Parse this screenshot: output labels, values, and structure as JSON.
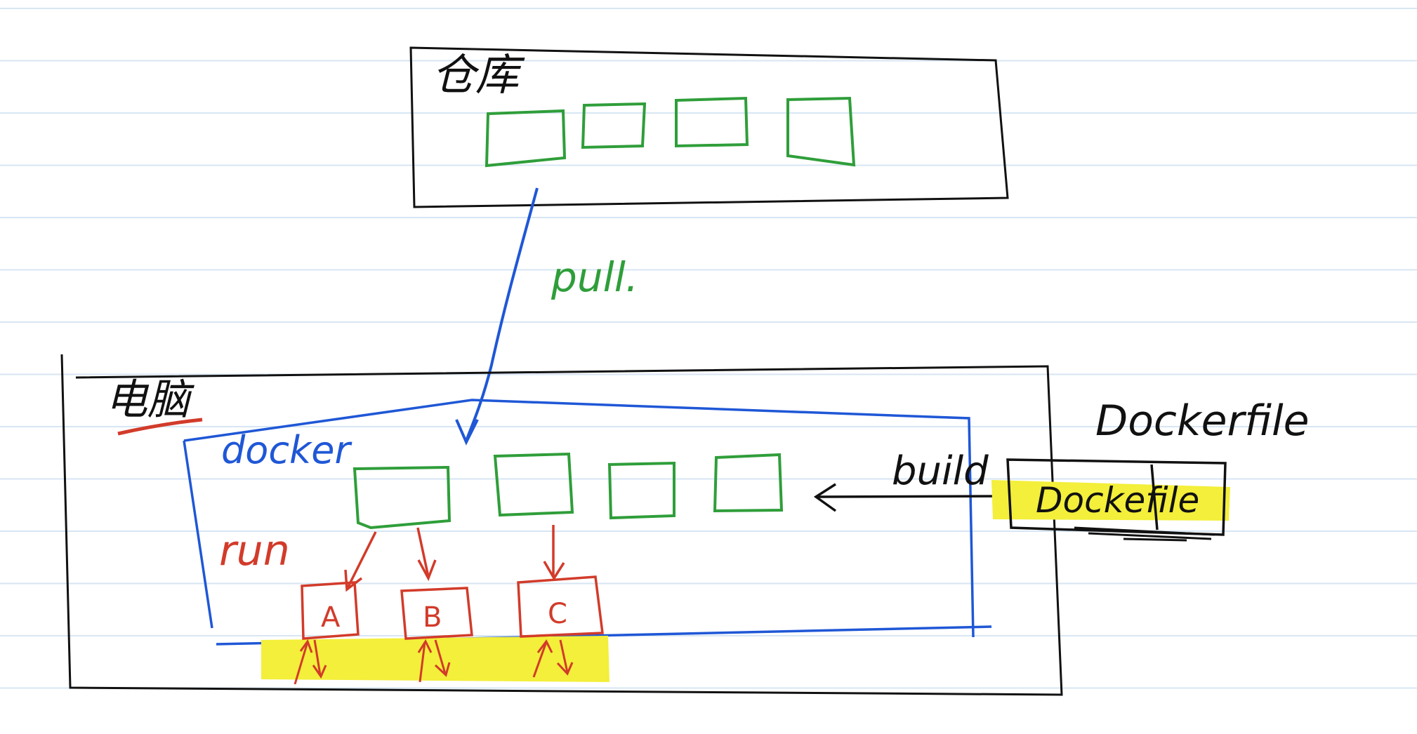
{
  "colors": {
    "paper": "#ffffff",
    "ruled_line": "#d7e6f3",
    "ink_black": "#111111",
    "ink_green": "#2f9e3a",
    "ink_blue": "#1f57d6",
    "ink_red": "#d23b2a",
    "highlight": "#f3ef3a"
  },
  "top_box": {
    "label": "仓库"
  },
  "pull_label": "pull.",
  "bottom_box": {
    "label": "电脑",
    "docker_label": "docker",
    "run_label": "run",
    "containers": [
      {
        "label": "A"
      },
      {
        "label": "B"
      },
      {
        "label": "C"
      }
    ]
  },
  "build_label": "build",
  "dockerfile_label": "Dockerfile",
  "dockerfile_box_label": "Dockefile",
  "icons": [
    "arrow-down",
    "arrow-left",
    "up-down-arrows"
  ]
}
